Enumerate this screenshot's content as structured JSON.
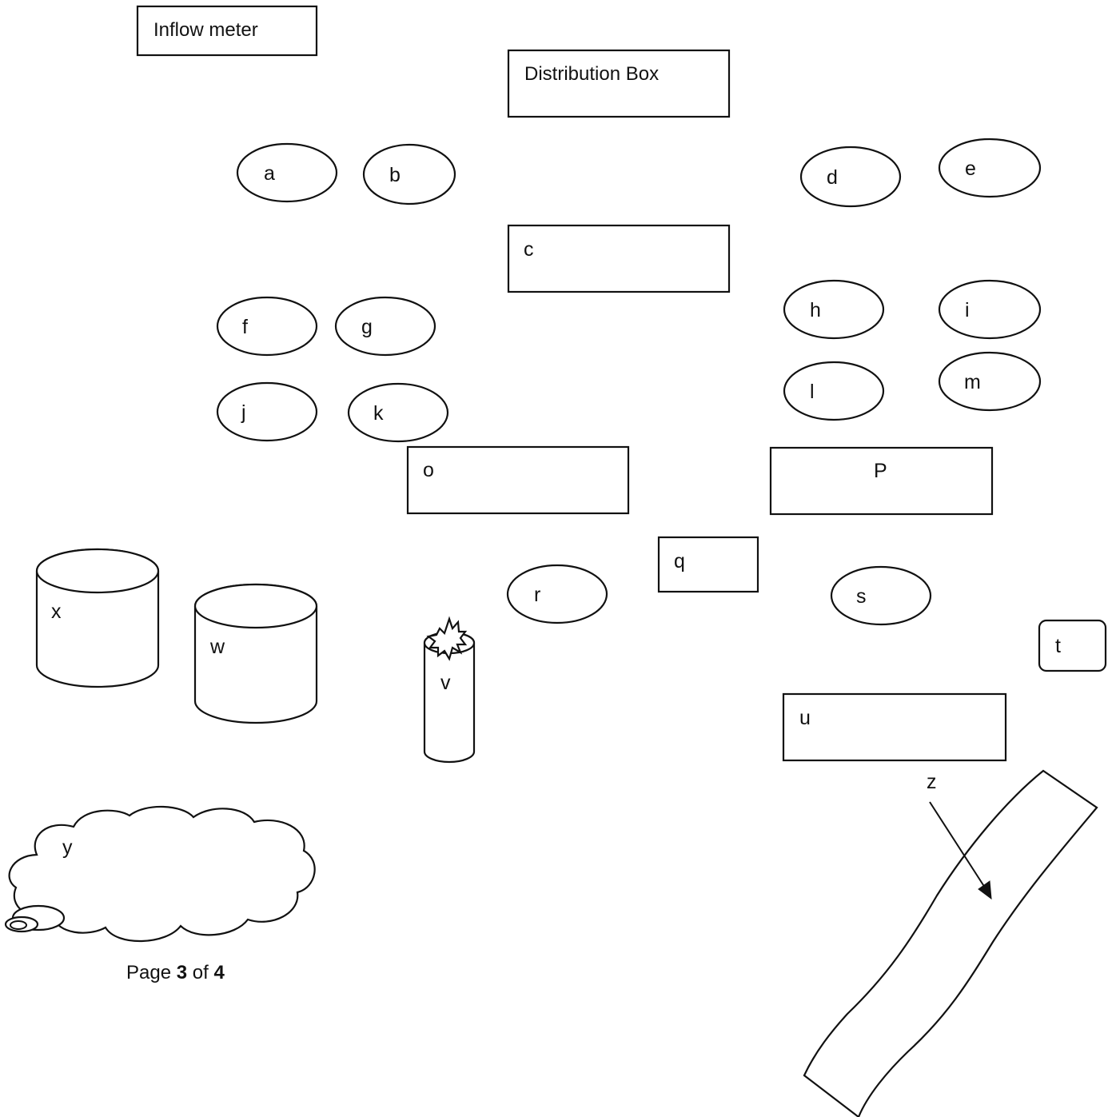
{
  "labels": {
    "inflow_meter": "Inflow meter",
    "distribution_box": "Distribution Box",
    "a": "a",
    "b": "b",
    "c": "c",
    "d": "d",
    "e": "e",
    "f": "f",
    "g": "g",
    "h": "h",
    "i": "i",
    "j": "j",
    "k": "k",
    "l": "l",
    "m": "m",
    "o": "o",
    "p": "P",
    "q": "q",
    "r": "r",
    "s": "s",
    "t": "t",
    "u": "u",
    "v": "v",
    "w": "w",
    "x": "x",
    "y": "y",
    "z": "z"
  },
  "footer": {
    "page_word": "Page ",
    "current_page": "3",
    "of_word": " of ",
    "total_pages": "4"
  },
  "colors": {
    "stroke": "#111111",
    "background": "#ffffff"
  }
}
